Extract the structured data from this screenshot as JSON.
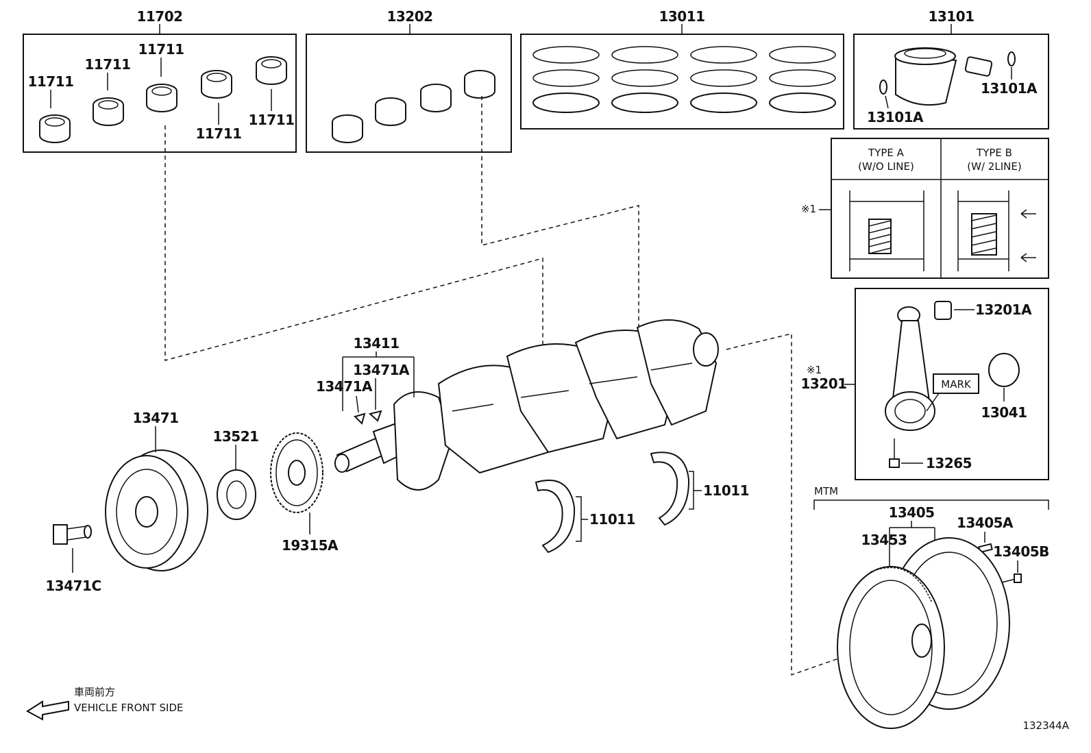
{
  "labels": {
    "p11702": "11702",
    "p13202": "13202",
    "p13011": "13011",
    "p13101": "13101",
    "p11711_a": "11711",
    "p11711_b": "11711",
    "p11711_c": "11711",
    "p11711_d": "11711",
    "p11711_e": "11711",
    "p13101A_a": "13101A",
    "p13101A_b": "13101A",
    "p13411": "13411",
    "p13471A_a": "13471A",
    "p13471A_b": "13471A",
    "p13471": "13471",
    "p13521": "13521",
    "p19315A": "19315A",
    "p13471C": "13471C",
    "p11011_a": "11011",
    "p11011_b": "11011",
    "p13201A": "13201A",
    "p13201": "13201",
    "p13201_mark": "※1",
    "p13041": "13041",
    "p13265": "13265",
    "mark": "MARK",
    "mtm": "MTM",
    "p13405": "13405",
    "p13405A": "13405A",
    "p13405B": "13405B",
    "p13453": "13453",
    "note_mark": "※1",
    "figure_id": "132344A"
  },
  "type_table": {
    "type_a_title": "TYPE A",
    "type_a_sub": "(W/O LINE)",
    "type_b_title": "TYPE B",
    "type_b_sub": "(W/ 2LINE)"
  },
  "direction": {
    "jp": "車両前方",
    "en": "VEHICLE FRONT SIDE"
  }
}
